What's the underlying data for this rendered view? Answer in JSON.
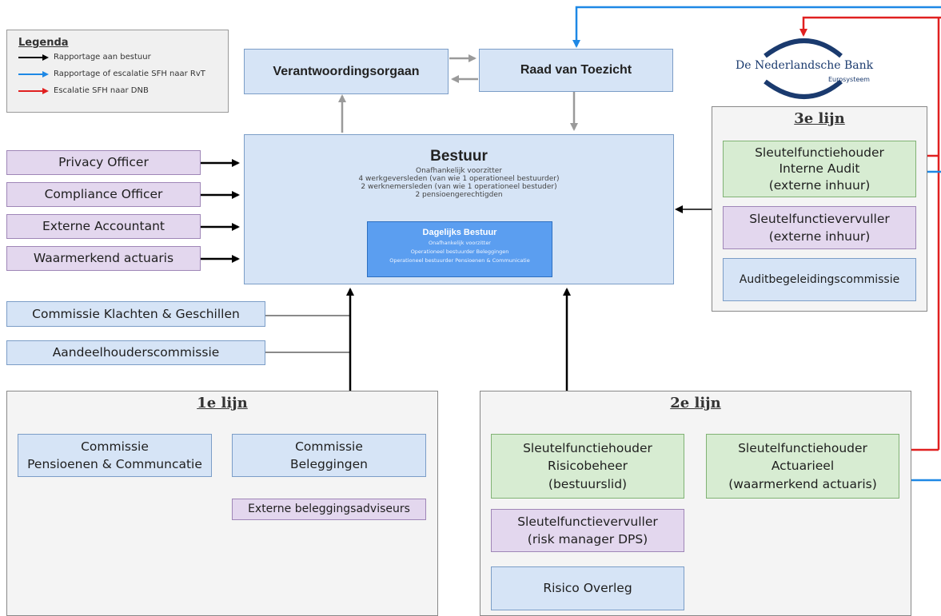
{
  "legend": {
    "title": "Legenda",
    "items": [
      {
        "label": "Rapportage aan bestuur",
        "color": "#000000"
      },
      {
        "label": "Rapportage of escalatie SFH naar RvT",
        "color": "#1e88e5"
      },
      {
        "label": "Escalatie SFH naar DNB",
        "color": "#e02020"
      }
    ]
  },
  "top": {
    "verantwoordingsorgaan": "Verantwoordingsorgaan",
    "raad_van_toezicht": "Raad van Toezicht"
  },
  "dnb": {
    "name": "De Nederlandsche Bank",
    "sub": "Eurosysteem"
  },
  "bestuur": {
    "title": "Bestuur",
    "lines": [
      "Onafhankelijk voorzitter",
      "4 werkgeversleden (van wie 1 operationeel bestuurder)",
      "2 werknemersleden (van wie 1 operationeel bestuder)",
      "2 pensioengerechtigden"
    ],
    "dagelijks": {
      "title": "Dagelijks Bestuur",
      "lines": [
        "Onafhankelijk voorzitter",
        "Operationeel bestuurder Beleggingen",
        "Operationeel bestuurder Pensioenen & Communicatie"
      ]
    }
  },
  "left_roles": [
    "Privacy Officer",
    "Compliance Officer",
    "Externe Accountant",
    "Waarmerkend actuaris"
  ],
  "committees": [
    "Commissie Klachten & Geschillen",
    "Aandeelhouderscommissie"
  ],
  "lijn1": {
    "title": "1e lijn",
    "items": [
      {
        "line1": "Commissie",
        "line2": "Pensioenen & Communcatie"
      },
      {
        "line1": "Commissie",
        "line2": "Beleggingen"
      }
    ],
    "external": "Externe beleggingsadviseurs"
  },
  "lijn2": {
    "title": "2e lijn",
    "sfh_risico": [
      "Sleutelfunctiehouder",
      "Risicobeheer",
      "(bestuurslid)"
    ],
    "sfh_actuarieel": [
      "Sleutelfunctiehouder",
      "Actuarieel",
      "(waarmerkend actuaris)"
    ],
    "sfv": [
      "Sleutelfunctievervuller",
      "(risk manager DPS)"
    ],
    "overleg": "Risico Overleg"
  },
  "lijn3": {
    "title": "3e lijn",
    "sfh_audit": [
      "Sleutelfunctiehouder",
      "Interne Audit",
      "(externe inhuur)"
    ],
    "sfv": [
      "Sleutelfunctievervuller",
      "(externe inhuur)"
    ],
    "commissie": "Auditbegeleidingscommissie"
  }
}
